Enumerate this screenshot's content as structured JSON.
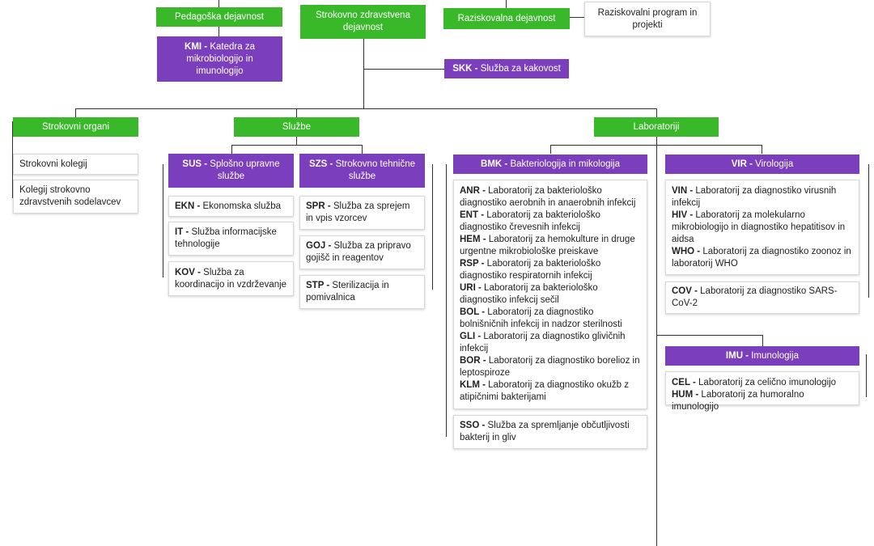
{
  "top": {
    "pedagoska": "Pedagoška dejavnost",
    "strokovna": "Strokovno zdravstvena dejavnost",
    "raziskovalna": "Raziskovalna dejavnost",
    "program": "Raziskovalni program in projekti",
    "kmi_code": "KMI -",
    "kmi_text": "Katedra za mikrobiologijo in imunologijo",
    "skk_code": "SKK -",
    "skk_text": "Služba za kakovost"
  },
  "organi": {
    "title": "Strokovni organi",
    "items": [
      "Strokovni kolegij",
      "Kolegij strokovno zdravstvenih sodelavcev"
    ]
  },
  "sluzbe": {
    "title": "Službe",
    "sus": {
      "code": "SUS -",
      "text": "Splošno upravne službe",
      "items": [
        {
          "code": "EKN -",
          "text": "Ekonomska služba"
        },
        {
          "code": "IT -",
          "text": "Služba informacijske tehnologije"
        },
        {
          "code": "KOV -",
          "text": "Služba za koordinacijo in vzdrževanje"
        }
      ]
    },
    "szs": {
      "code": "SZS -",
      "text": "Strokovno tehnične službe",
      "items": [
        {
          "code": "SPR -",
          "text": "Služba za sprejem in vpis vzorcev"
        },
        {
          "code": "GOJ -",
          "text": "Služba za pripravo gojišč in reagentov"
        },
        {
          "code": "STP -",
          "text": "Sterilizacija in pomivalnica"
        }
      ]
    }
  },
  "laboratoriji": {
    "title": "Laboratoriji",
    "bmk": {
      "code": "BMK -",
      "text": "Bakteriologija in mikologija",
      "items": [
        {
          "code": "ANR -",
          "text": "Laboratorij za bakteriološko diagnostiko aerobnih in anaerobnih infekcij"
        },
        {
          "code": "ENT -",
          "text": "Laboratorij za bakteriološko diagnostiko črevesnih infekcij"
        },
        {
          "code": "HEM -",
          "text": "Laboratorij za hemokulture in druge urgentne mikrobiološke preiskave"
        },
        {
          "code": "RSP -",
          "text": "Laboratorij za bakteriološko diagnostiko respiratornih infekcij"
        },
        {
          "code": "URI -",
          "text": "Laboratorij za bakteriološko diagnostiko infekcij sečil"
        },
        {
          "code": "BOL -",
          "text": "Laboratorij za diagnostiko bolnišničnih infekcij in nadzor sterilnosti"
        },
        {
          "code": "GLI -",
          "text": "Laboratorij za diagnostiko glivičnih infekcij"
        },
        {
          "code": "BOR -",
          "text": "Laboratorij za diagnostiko borelioz in leptospiroze"
        },
        {
          "code": "KLM -",
          "text": "Laboratorij za diagnostiko okužb z atipičnimi bakterijami"
        }
      ],
      "sso": {
        "code": "SSO -",
        "text": "Služba za spremljanje občutljivosti bakterij in gliv"
      }
    },
    "vir": {
      "code": "VIR -",
      "text": "Virologija",
      "items": [
        {
          "code": "VIN -",
          "text": "Laboratorij za diagnostiko virusnih infekcij"
        },
        {
          "code": "HIV -",
          "text": "Laboratorij za molekularno mikrobiologijo in diagnostiko hepatitisov in aidsa"
        },
        {
          "code": "WHO -",
          "text": "Laboratorij za diagnostiko zoonoz in laboratorij WHO"
        }
      ],
      "cov": {
        "code": "COV -",
        "text": "Laboratorij za diagnostiko SARS-CoV-2"
      }
    },
    "imu": {
      "code": "IMU -",
      "text": "Imunologija",
      "items": [
        {
          "code": "CEL -",
          "text": "Laboratorij za celično imunologijo"
        },
        {
          "code": "HUM -",
          "text": "Laboratorij za humoralno imunologijo"
        }
      ]
    }
  }
}
